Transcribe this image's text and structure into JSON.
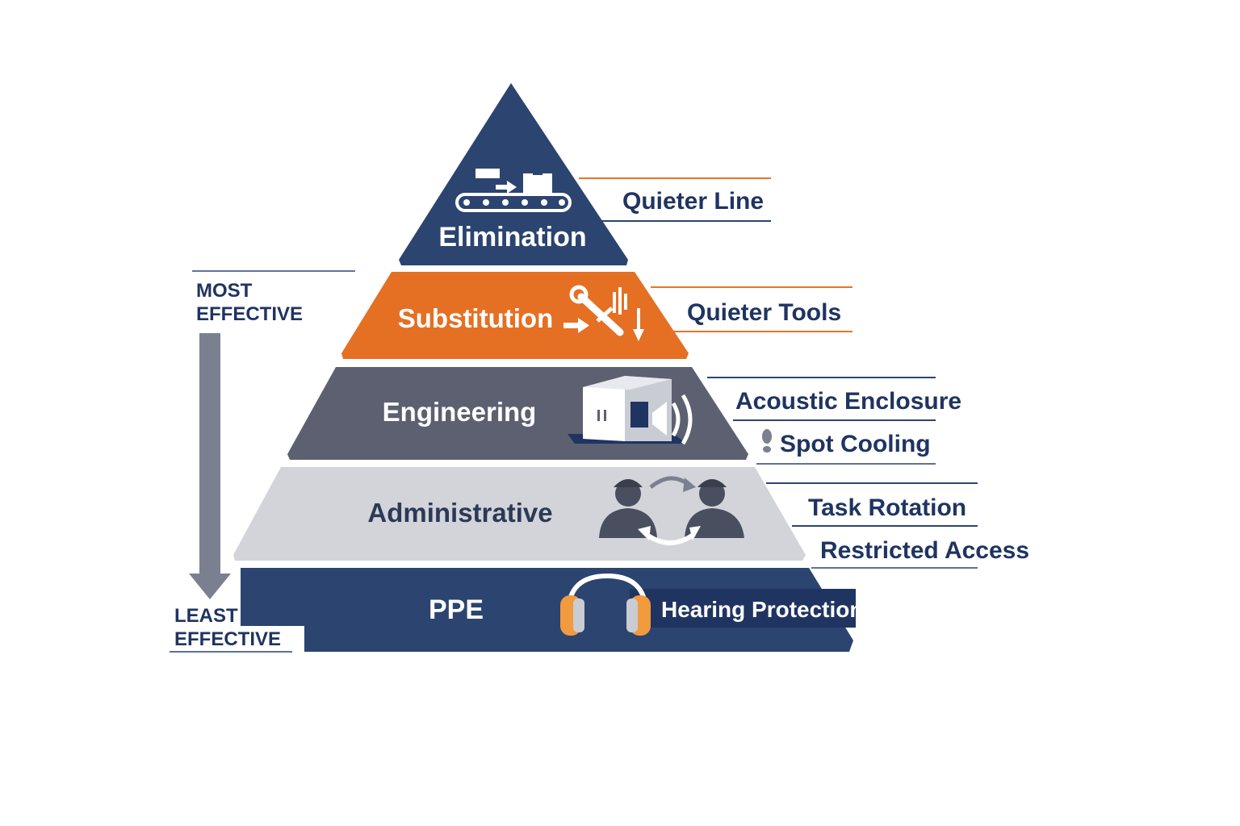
{
  "colors": {
    "navy": "#2b4470",
    "navy_dark": "#1f3461",
    "orange": "#e56f22",
    "gray_dark": "#5c6070",
    "gray_light": "#d2d4da",
    "arrow_gray": "#7b8090",
    "rule_orange": "#e8732a",
    "rule_navy": "#2b4470"
  },
  "effectiveness": {
    "top_line1": "MOST",
    "top_line2": "EFFECTIVE",
    "bottom_line1": "LEAST",
    "bottom_line2": "EFFECTIVE"
  },
  "tiers": [
    {
      "label": "Elimination",
      "icon": "conveyor-belt-icon",
      "examples": [
        "Quieter Line"
      ]
    },
    {
      "label": "Substitution",
      "icon": "wrench-tool-swap-icon",
      "examples": [
        "Quieter Tools"
      ]
    },
    {
      "label": "Engineering",
      "icon": "acoustic-enclosure-icon",
      "examples": [
        "Acoustic Enclosure",
        "Spot Cooling"
      ]
    },
    {
      "label": "Administrative",
      "icon": "worker-rotation-icon",
      "examples": [
        "Task Rotation",
        "Restricted Access"
      ]
    },
    {
      "label": "PPE",
      "icon": "earmuffs-icon",
      "examples": [
        "Hearing Protection"
      ]
    }
  ]
}
